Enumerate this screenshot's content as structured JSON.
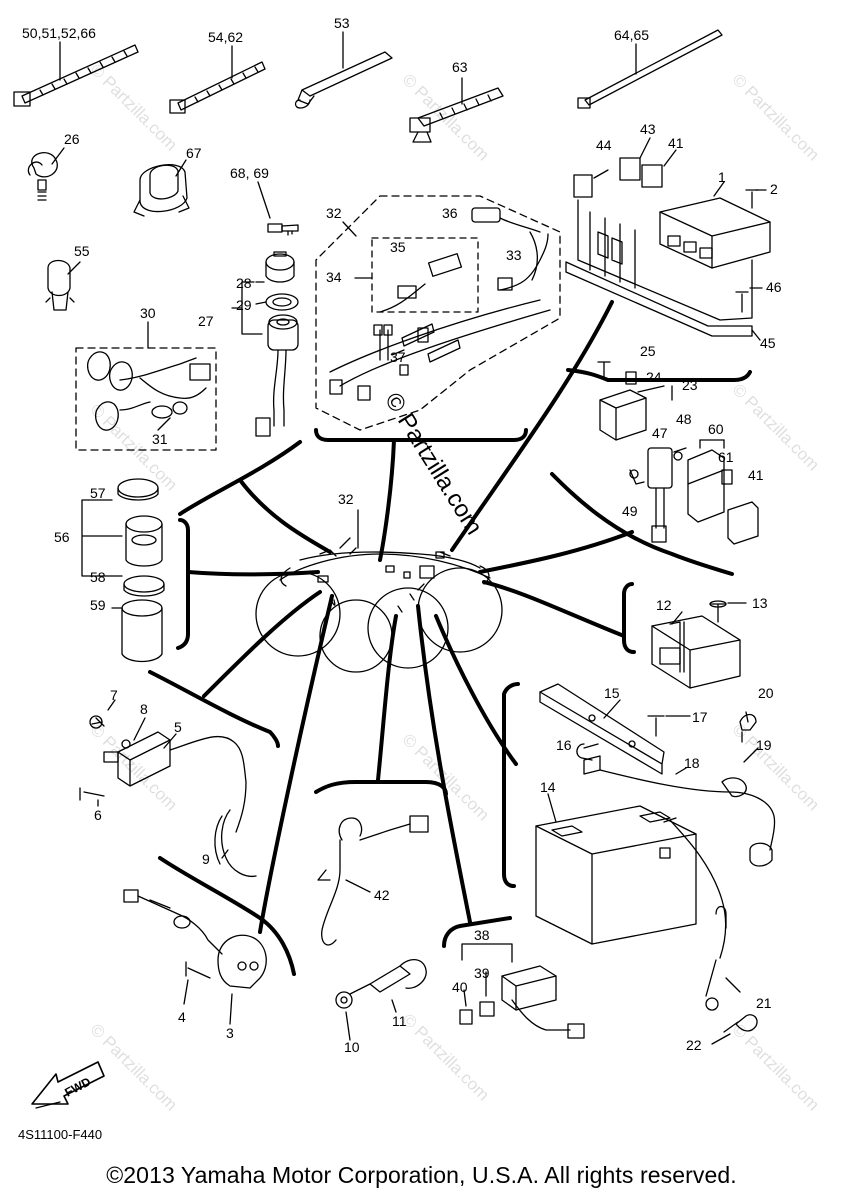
{
  "diagram": {
    "part_labels": {
      "l50": "50,51,52,66",
      "l54": "54,62",
      "l53": "53",
      "l63": "63",
      "l64": "64,65",
      "l26": "26",
      "l67": "67",
      "l68": "68, 69",
      "l32a": "32",
      "l36": "36",
      "l44": "44",
      "l43": "43",
      "l41a": "41",
      "l1": "1",
      "l2": "2",
      "l55": "55",
      "l35": "35",
      "l34": "34",
      "l33": "33",
      "l28": "28",
      "l29": "29",
      "l27": "27",
      "l30": "30",
      "l31": "31",
      "l37": "37",
      "l46": "46",
      "l45": "45",
      "l25": "25",
      "l24": "24",
      "l23": "23",
      "l48": "48",
      "l47": "47",
      "l60": "60",
      "l61": "61",
      "l41b": "41",
      "l49": "49",
      "l57": "57",
      "l56": "56",
      "l58": "58",
      "l59": "59",
      "l32b": "32",
      "l12": "12",
      "l13": "13",
      "l7": "7",
      "l8": "8",
      "l5": "5",
      "l6": "6",
      "l15": "15",
      "l20": "20",
      "l17": "17",
      "l16": "16",
      "l19": "19",
      "l18": "18",
      "l14": "14",
      "l9": "9",
      "l42": "42",
      "l38": "38",
      "l39": "39",
      "l40": "40",
      "l11": "11",
      "l10": "10",
      "l4": "4",
      "l3": "3",
      "l21": "21",
      "l22": "22"
    },
    "fwd_label": "FWD",
    "watermark": "© Partzilla.com",
    "diagram_code": "4S11100-F440",
    "copyright": "©2013 Yamaha Motor Corporation, U.S.A. All rights reserved."
  }
}
